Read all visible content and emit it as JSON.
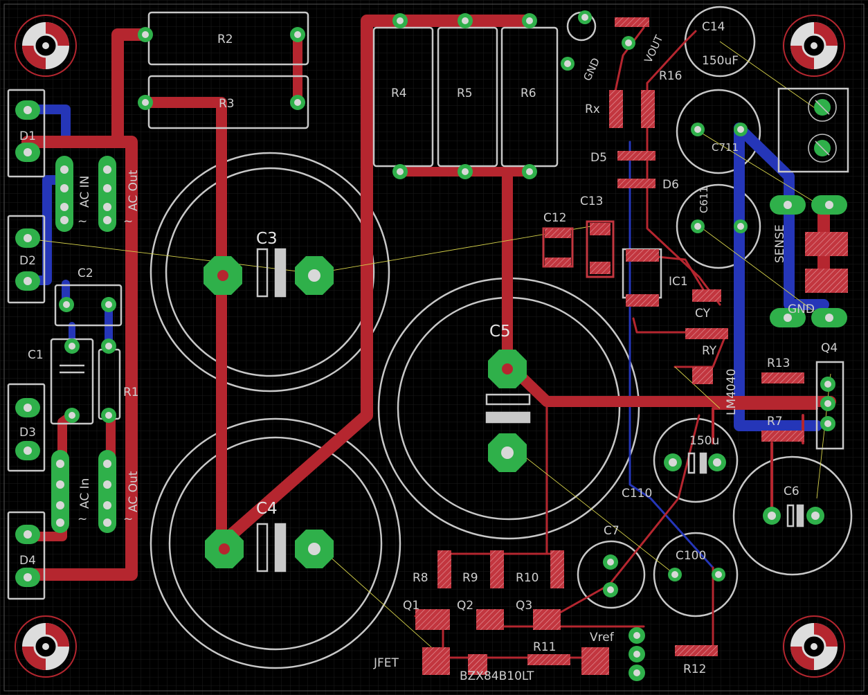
{
  "board": {
    "background": "#000000",
    "grid_color": "#1c1c1c",
    "top_copper": "#b5262f",
    "bottom_copper": "#2536b8",
    "pad_color": "#2fb04a",
    "silkscreen": "#c8c8c8"
  },
  "labels": {
    "d1": "D1",
    "d2": "D2",
    "d3": "D3",
    "d4": "D4",
    "c1": "C1",
    "c2": "C2",
    "r1": "R1",
    "ac_in_top": "AC IN",
    "ac_out_top": "AC Out",
    "tilde_a": "~",
    "tilde_b": "~",
    "tilde_c": "~",
    "tilde_d": "~",
    "ac_in_bottom": "AC In",
    "ac_out_bottom": "AC Out",
    "r2": "R2",
    "r3": "R3",
    "r4": "R4",
    "r5": "R5",
    "r6": "R6",
    "c3": "C3",
    "c4": "C4",
    "c5": "C5",
    "c6": "C6",
    "c7": "C7",
    "c12": "C12",
    "c13": "C13",
    "c14": "C14",
    "c14_value": "150uF",
    "c711": "C711",
    "c611": "C611",
    "rx": "Rx",
    "r16": "R16",
    "d5": "D5",
    "d6": "D6",
    "ic1": "IC1",
    "cy": "CY",
    "ry": "RY",
    "lm4040": "LM4040",
    "sense": "SENSE",
    "gnd_pad": "GND",
    "gnd_small": "GND",
    "vout": "VOUT",
    "r13": "R13",
    "r7": "R7",
    "q4": "Q4",
    "c110": "C110",
    "c110_value": "150u",
    "c100": "C100",
    "r8": "R8",
    "r9": "R9",
    "r10": "R10",
    "q1": "Q1",
    "q2": "Q2",
    "q3": "Q3",
    "r11": "R11",
    "r12": "R12",
    "vref": "Vref",
    "jfet": "JFET",
    "bzx": "BZX84B10LT"
  }
}
